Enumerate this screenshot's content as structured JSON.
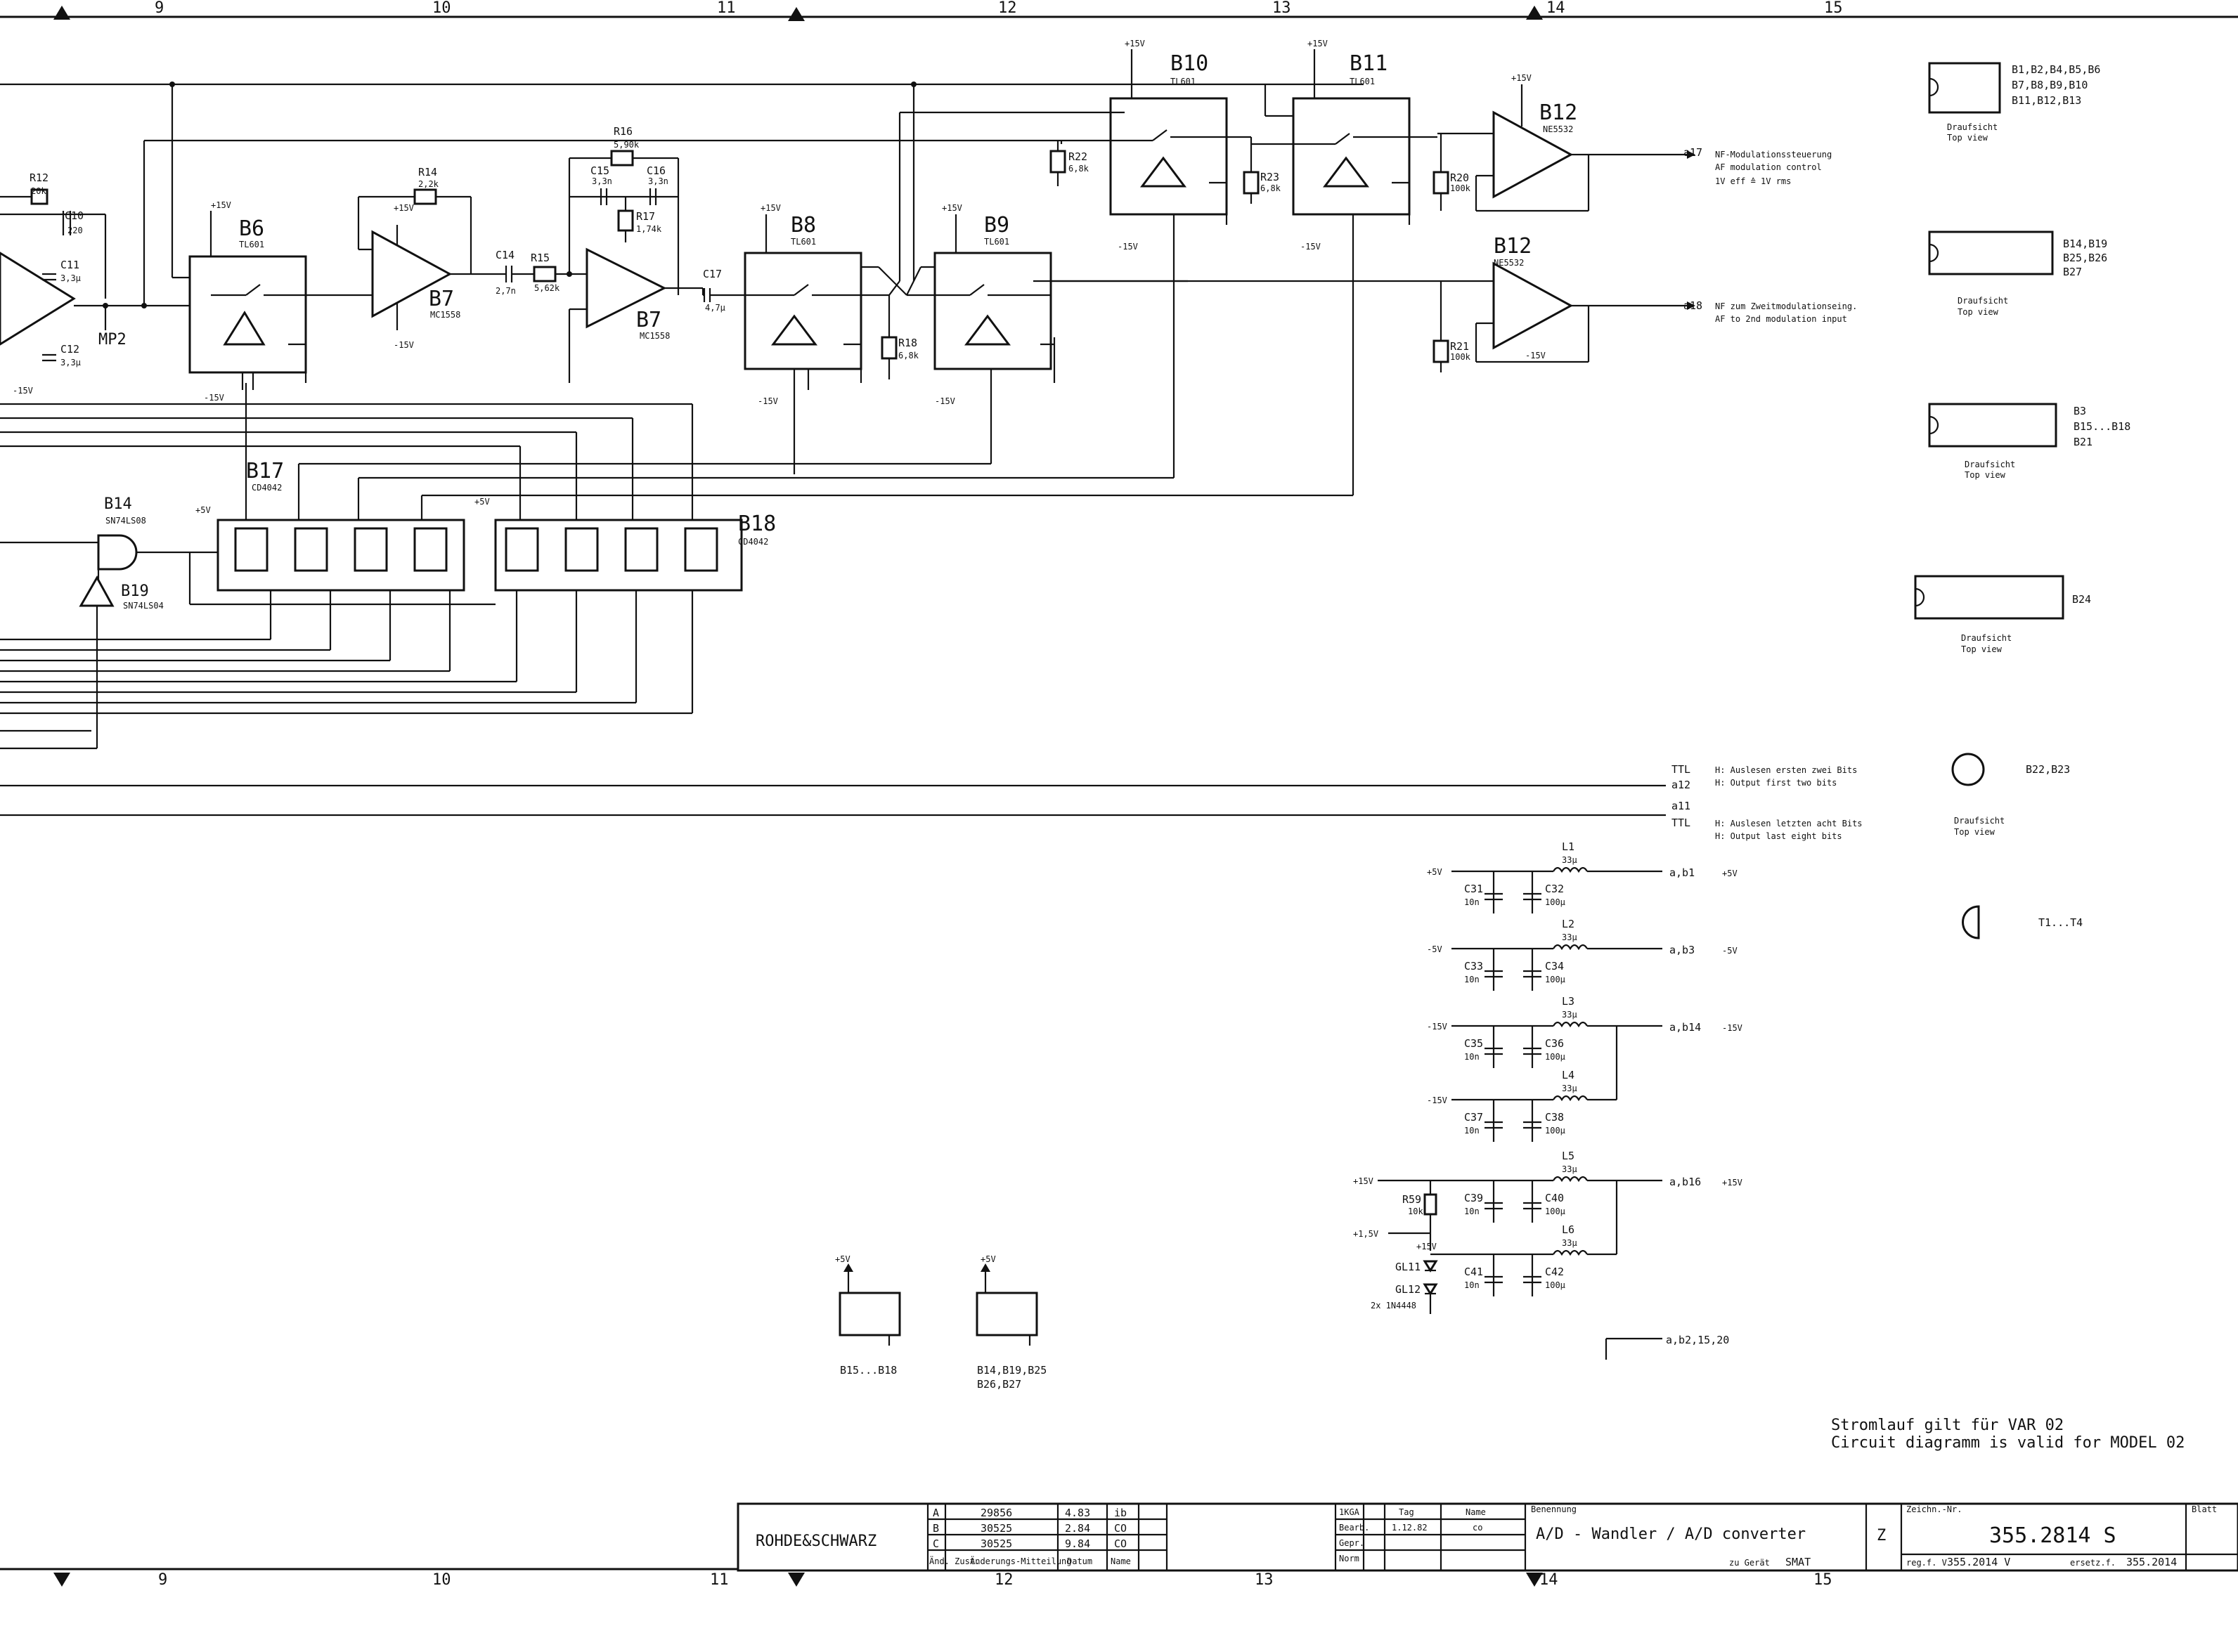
{
  "border": {
    "top_numbers": [
      "9",
      "10",
      "11",
      "12",
      "13",
      "14",
      "15"
    ],
    "bottom_numbers": [
      "9",
      "10",
      "11",
      "12",
      "13",
      "14",
      "15"
    ]
  },
  "components": {
    "R12": {
      "ref": "R12",
      "val": "20k"
    },
    "C10": {
      "ref": "C10",
      "val": "220"
    },
    "C11": {
      "ref": "C11",
      "val": "3,3µ"
    },
    "C12": {
      "ref": "C12",
      "val": "3,3µ"
    },
    "MP2": {
      "ref": "MP2"
    },
    "B6": {
      "ref": "B6",
      "part": "TL601"
    },
    "R14": {
      "ref": "R14",
      "val": "2,2k"
    },
    "B7a": {
      "ref": "B7",
      "part": "MC1558"
    },
    "C14": {
      "ref": "C14",
      "val": "2,7n"
    },
    "R15": {
      "ref": "R15",
      "val": "5,62k"
    },
    "R16": {
      "ref": "R16",
      "val": "5,90k"
    },
    "C15": {
      "ref": "C15",
      "val": "3,3n"
    },
    "C16": {
      "ref": "C16",
      "val": "3,3n"
    },
    "R17": {
      "ref": "R17",
      "val": "1,74k"
    },
    "B7b": {
      "ref": "B7",
      "part": "MC1558"
    },
    "C17": {
      "ref": "C17",
      "val": "4,7µ"
    },
    "B8": {
      "ref": "B8",
      "part": "TL601"
    },
    "R18": {
      "ref": "R18",
      "val": "6,8k"
    },
    "B9": {
      "ref": "B9",
      "part": "TL601"
    },
    "B10": {
      "ref": "B10",
      "part": "TL601"
    },
    "R22": {
      "ref": "R22",
      "val": "6,8k"
    },
    "B11": {
      "ref": "B11",
      "part": "TL601"
    },
    "R23": {
      "ref": "R23",
      "val": "6,8k"
    },
    "B12a": {
      "ref": "B12",
      "part": "NE5532"
    },
    "R20": {
      "ref": "R20",
      "val": "100k"
    },
    "B12b": {
      "ref": "B12",
      "part": "NE5532"
    },
    "R21": {
      "ref": "R21",
      "val": "100k"
    },
    "B14": {
      "ref": "B14",
      "part": "SN74LS08"
    },
    "B19": {
      "ref": "B19",
      "part": "SN74LS04"
    },
    "B17": {
      "ref": "B17",
      "part": "CD4042"
    },
    "B18": {
      "ref": "B18",
      "part": "CD4042"
    }
  },
  "rails": {
    "p15": "+15V",
    "m15": "-15V",
    "p5": "+5V",
    "m5": "-5V",
    "p15b": "+15V",
    "p1_5": "+1,5V"
  },
  "outputs": {
    "a17": {
      "pin": "a17",
      "de": "NF-Modulationssteuerung",
      "en": "AF modulation control",
      "note": "1V eff ≙ 1V rms"
    },
    "a18": {
      "pin": "a18",
      "de": "NF zum Zweitmodulationseing.",
      "en": "AF to 2nd modulation input"
    },
    "a12": {
      "pin": "a12",
      "ttl": "TTL",
      "de": "H: Auslesen ersten zwei Bits",
      "en": "H: Output first two bits"
    },
    "a11": {
      "pin": "a11",
      "ttl": "TTL",
      "de": "H: Auslesen letzten acht Bits",
      "en": "H: Output last eight bits"
    }
  },
  "power": {
    "L1": {
      "ref": "L1",
      "val": "33µ"
    },
    "L2": {
      "ref": "L2",
      "val": "33µ"
    },
    "L3": {
      "ref": "L3",
      "val": "33µ"
    },
    "L4": {
      "ref": "L4",
      "val": "33µ"
    },
    "L5": {
      "ref": "L5",
      "val": "33µ"
    },
    "L6": {
      "ref": "L6",
      "val": "33µ"
    },
    "C31": {
      "ref": "C31",
      "val": "10n"
    },
    "C32": {
      "ref": "C32",
      "val": "100µ"
    },
    "C33": {
      "ref": "C33",
      "val": "10n"
    },
    "C34": {
      "ref": "C34",
      "val": "100µ"
    },
    "C35": {
      "ref": "C35",
      "val": "10n"
    },
    "C36": {
      "ref": "C36",
      "val": "100µ"
    },
    "C37": {
      "ref": "C37",
      "val": "10n"
    },
    "C38": {
      "ref": "C38",
      "val": "100µ"
    },
    "C39": {
      "ref": "C39",
      "val": "10n"
    },
    "C40": {
      "ref": "C40",
      "val": "100µ"
    },
    "C41": {
      "ref": "C41",
      "val": "10n"
    },
    "C42": {
      "ref": "C42",
      "val": "100µ"
    },
    "R59": {
      "ref": "R59",
      "val": "10k"
    },
    "GL11": "GL11",
    "GL12": "GL12",
    "diodes": "2x 1N4448",
    "b1": "a,b1",
    "b3": "a,b3",
    "b14": "a,b14",
    "b16": "a,b16",
    "gnd": "a,b2,15,20"
  },
  "pinouts": {
    "p1": "B1,B2,B4,B5,B6",
    "p1b": "B7,B8,B9,B10",
    "p1c": "B11,B12,B13",
    "p2": "B14,B19",
    "p2b": "B25,B26",
    "p2c": "B27",
    "p3": "B3",
    "p3b": "B15...B18",
    "p3c": "B21",
    "p4": "B24",
    "p5": "B22,B23",
    "p6": "T1...T4",
    "topview_de": "Draufsicht",
    "topview_en": "Top view"
  },
  "supply": {
    "s1": "B15...B18",
    "s2": "B14,B19,B25",
    "s2b": "B26,B27"
  },
  "note": {
    "de": "Stromlauf gilt für VAR 02",
    "en": "Circuit diagramm is valid for MODEL 02"
  },
  "titleblock": {
    "company": "ROHDE&SCHWARZ",
    "rev_a": [
      "A",
      "29856",
      "4.83",
      "ib"
    ],
    "rev_b": [
      "B",
      "30525",
      "2.84",
      "CO"
    ],
    "rev_c": [
      "C",
      "30525",
      "9.84",
      "CO"
    ],
    "hdr_aend": "Änd. Zust.",
    "hdr_aenderungs": "Änderungs-Mitteilung",
    "hdr_datum": "Datum",
    "hdr_name": "Name",
    "scale": "1KGA",
    "tag": "Tag",
    "name_col": "Name",
    "bearb": "Bearb.",
    "gepr": "Gepr.",
    "norm": "Norm",
    "date": "1.12.82",
    "drawn_by": "co",
    "benennung": "Benennung",
    "title": "A/D - Wandler / A/D converter",
    "zu_geraet": "zu Gerät",
    "device": "SMAT",
    "type": "Z",
    "zeichn": "Zeichn.-Nr.",
    "drawing_no": "355.2814 S",
    "blatt": "Blatt",
    "reg": "reg.f. V",
    "reg_no": "355.2014 V",
    "ersatz": "ersetz.f.",
    "ersatz_no": "355.2014"
  }
}
